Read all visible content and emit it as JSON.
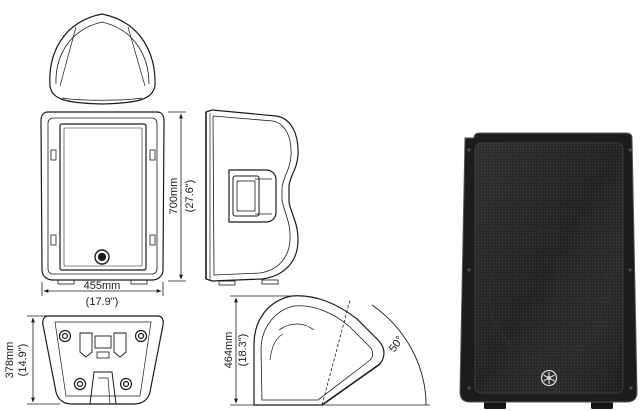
{
  "dimensions": {
    "width_mm": "455mm",
    "width_in": "(17.9\")",
    "height_mm": "700mm",
    "height_in": "(27.6\")",
    "depth_mm": "378mm",
    "depth_in": "(14.9\")",
    "tilt_height_mm": "464mm",
    "tilt_height_in": "(18.3\")",
    "tilt_angle": "50°"
  },
  "colors": {
    "line": "#1a1a1a",
    "cabinet": "#1e1e1e",
    "grille": "#2b2b2b",
    "background": "#ffffff"
  }
}
